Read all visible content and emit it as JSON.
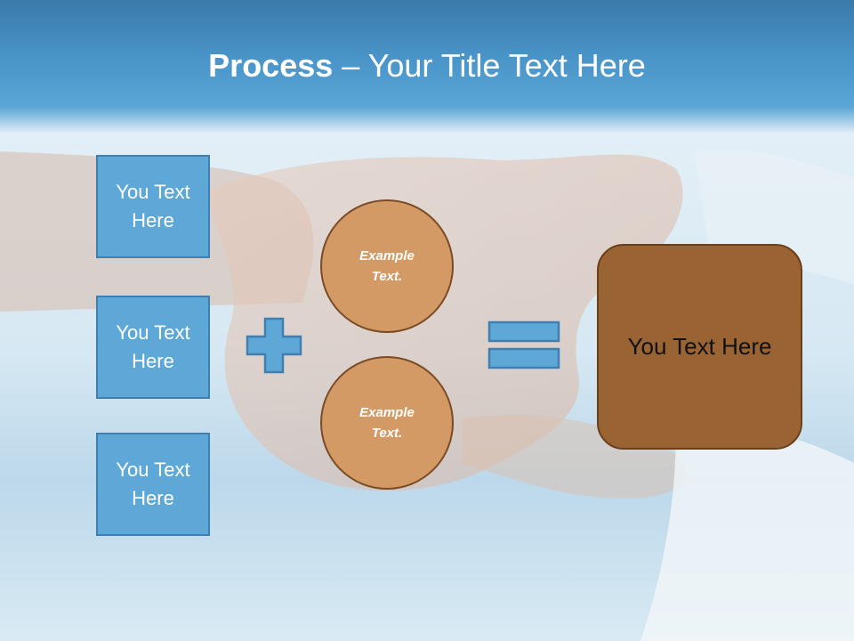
{
  "slide": {
    "title_bold": "Process",
    "title_rest": " – Your Title Text Here"
  },
  "inputs": [
    {
      "label": "You Text\nHere"
    },
    {
      "label": "You Text\nHere"
    },
    {
      "label": "You Text\nHere"
    }
  ],
  "circles": [
    {
      "label": "Example\nText."
    },
    {
      "label": "Example\nText."
    }
  ],
  "result": {
    "label": "You Text Here"
  },
  "operators": {
    "plus": "plus-icon",
    "equals": "equals-icon"
  },
  "colors": {
    "title_band": "#4a95c9",
    "input_fill": "#5ea8d8",
    "input_border": "#3f7fb1",
    "circle_fill": "#d39a66",
    "result_fill": "#9a6333"
  }
}
